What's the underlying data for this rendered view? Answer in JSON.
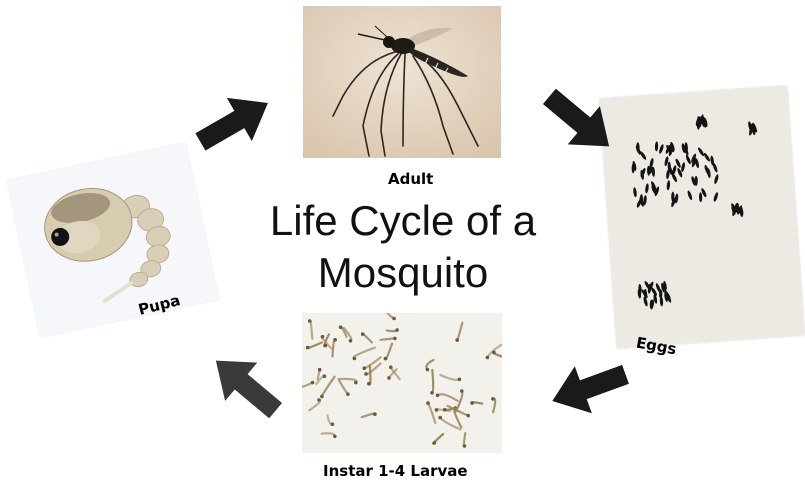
{
  "title_line1": "Life Cycle of a",
  "title_line2": "Mosquito",
  "stages": {
    "adult": "Adult",
    "eggs": "Eggs",
    "larvae": "Instar 1-4 Larvae",
    "pupa": "Pupa"
  },
  "colors": {
    "arrow": "#1a1a1a",
    "arrow_gray": "#3a3a3a",
    "adult_bg": "#e7d8c5",
    "eggs_bg": "#eeece6",
    "larvae_bg": "#f1f1ec",
    "pupa_bg": "#f4f6fa"
  },
  "icons": [
    "right-arrow-icon",
    "down-right-arrow-icon",
    "left-arrow-icon",
    "up-left-arrow-icon"
  ]
}
